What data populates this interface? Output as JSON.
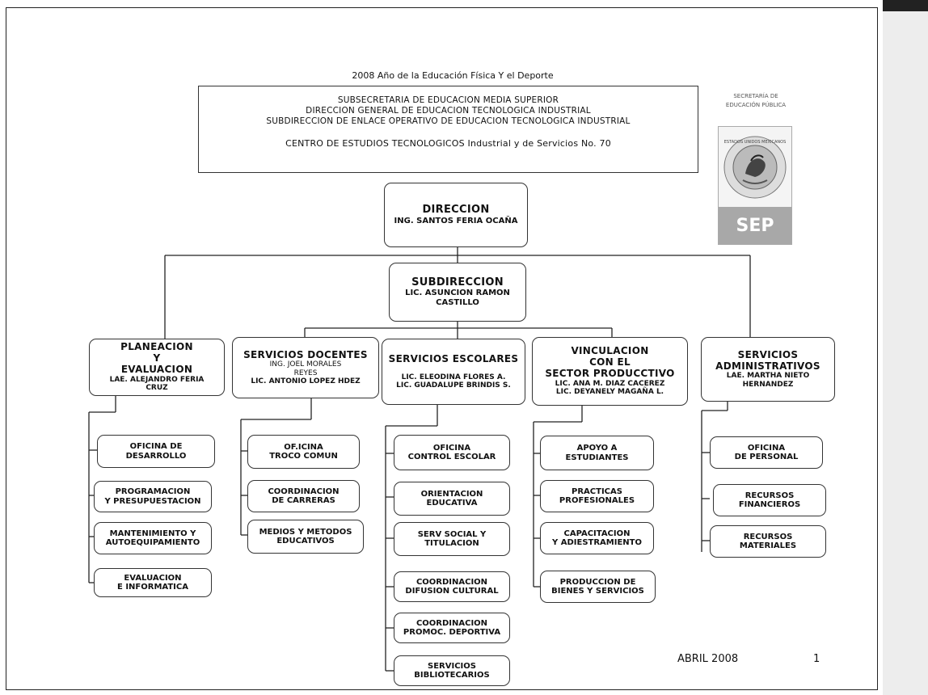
{
  "year_title": "2008 Año de la Educación Física Y el Deporte",
  "header": {
    "line1": "SUBSECRETARIA DE EDUCACION MEDIA SUPERIOR",
    "line2": "DIRECCION GENERAL DE EDUCACION TECNOLOGICA INDUSTRIAL",
    "line3": "SUBDIRECCION DE ENLACE OPERATIVO DE EDUCACION TECNOLOGICA INDUSTRIAL",
    "center": "CENTRO DE ESTUDIOS TECNOLOGICOS Industrial y de Servicios No. 70"
  },
  "logo": {
    "line1": "SECRETARÍA DE",
    "line2": "EDUCACIÓN PÚBLICA",
    "sep": "SEP",
    "seal_text": "ESTADOS UNIDOS MEXICANOS"
  },
  "direccion": {
    "title": "DIRECCION",
    "name": "ING. SANTOS FERIA OCAÑA"
  },
  "subdireccion": {
    "title": "SUBDIRECCION",
    "name1": "LIC. ASUNCION RAMON",
    "name2": "CASTILLO"
  },
  "departments": [
    {
      "title1": "PLANEACION",
      "title2": "Y",
      "title3": "EVALUACION",
      "name1": "LAE. ALEJANDRO FERIA",
      "name2": "CRUZ",
      "subs": [
        {
          "l1": "OFICINA DE",
          "l2": "DESARROLLO"
        },
        {
          "l1": "PROGRAMACION",
          "l2": "Y PRESUPUESTACION"
        },
        {
          "l1": "MANTENIMIENTO Y",
          "l2": "AUTOEQUIPAMIENTO"
        },
        {
          "l1": "EVALUACION",
          "l2": "E INFORMATICA"
        }
      ]
    },
    {
      "title1": "SERVICIOS DOCENTES",
      "name1": "ING. JOEL MORALES",
      "name2": "REYES",
      "name3": "LIC. ANTONIO LOPEZ HDEZ",
      "subs": [
        {
          "l1": "OF.ICINA",
          "l2": "TROCO COMUN"
        },
        {
          "l1": "COORDINACION",
          "l2": "DE CARRERAS"
        },
        {
          "l1": "MEDIOS Y METODOS",
          "l2": "EDUCATIVOS"
        }
      ]
    },
    {
      "title1": "SERVICIOS ESCOLARES",
      "name1": "LIC. ELEODINA FLORES A.",
      "name2": "LIC. GUADALUPE BRINDIS S.",
      "subs": [
        {
          "l1": "OFICINA",
          "l2": "CONTROL ESCOLAR"
        },
        {
          "l1": "ORIENTACION",
          "l2": "EDUCATIVA"
        },
        {
          "l1": "SERV SOCIAL Y",
          "l2": "TITULACION"
        },
        {
          "l1": "COORDINACION",
          "l2": "DIFUSION CULTURAL"
        },
        {
          "l1": "COORDINACION",
          "l2": "PROMOC. DEPORTIVA"
        },
        {
          "l1": "SERVICIOS",
          "l2": "BIBLIOTECARIOS"
        }
      ]
    },
    {
      "title1": "VINCULACION",
      "title2": "CON EL",
      "title3": "SECTOR PRODUCCTIVO",
      "name1": "LIC. ANA M. DIAZ CACEREZ",
      "name2": "LIC. DEYANELY MAGAÑA L.",
      "subs": [
        {
          "l1": "APOYO A",
          "l2": "ESTUDIANTES"
        },
        {
          "l1": "PRACTICAS",
          "l2": "PROFESIONALES"
        },
        {
          "l1": "CAPACITACION",
          "l2": "Y ADIESTRAMIENTO"
        },
        {
          "l1": "PRODUCCION DE",
          "l2": "BIENES Y SERVICIOS"
        }
      ]
    },
    {
      "title1": "SERVICIOS",
      "title2": "ADMINISTRATIVOS",
      "name1": "LAE. MARTHA NIETO HERNANDEZ",
      "subs": [
        {
          "l1": "OFICINA",
          "l2": "DE PERSONAL"
        },
        {
          "l1": "RECURSOS",
          "l2": "FINANCIEROS"
        },
        {
          "l1": "RECURSOS",
          "l2": "MATERIALES"
        }
      ]
    }
  ],
  "footer": {
    "date": "ABRIL 2008",
    "page": "1"
  }
}
